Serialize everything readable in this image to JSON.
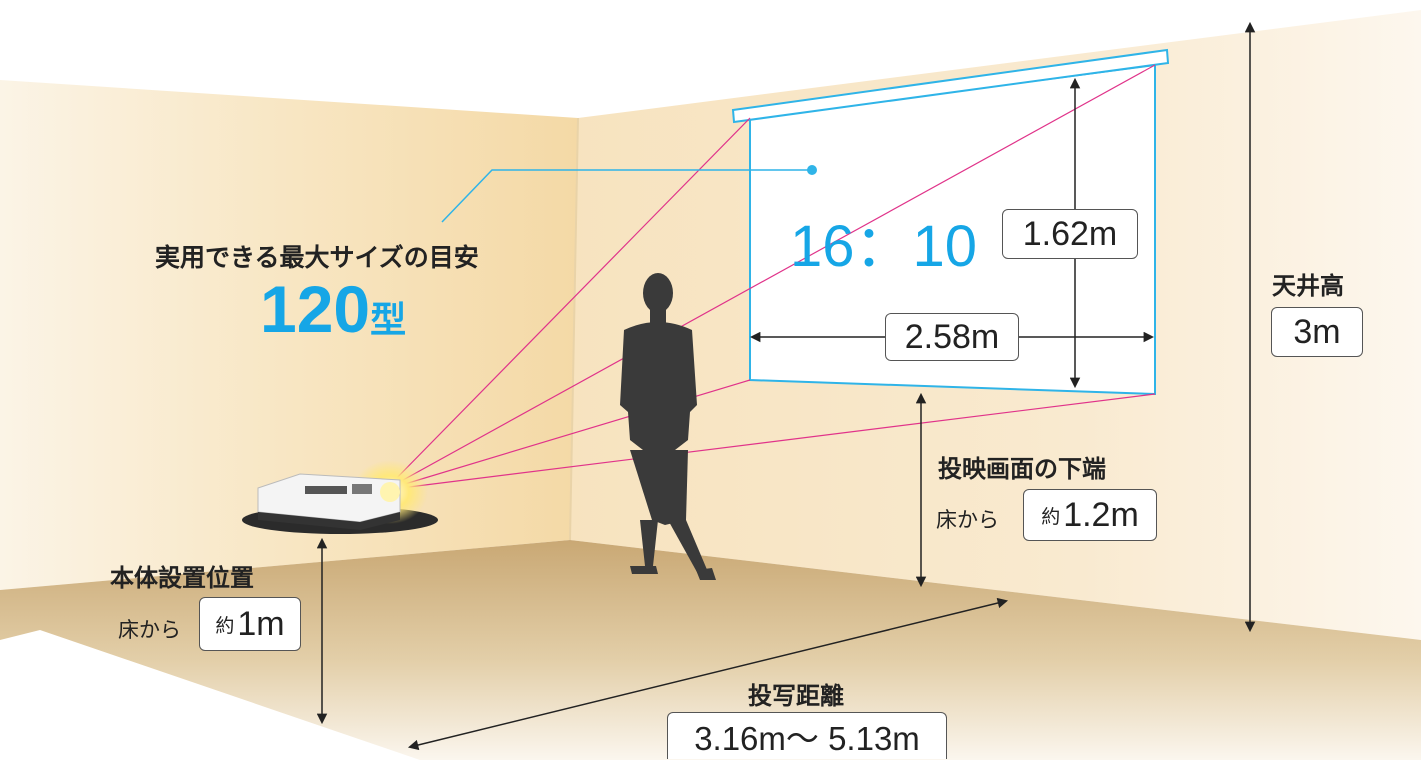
{
  "max_size": {
    "label": "実用できる最大サイズの目安",
    "value": "120",
    "unit": "型"
  },
  "screen": {
    "aspect_ratio": "16：10",
    "height": "1.62m",
    "width": "2.58m"
  },
  "ceiling": {
    "label": "天井高",
    "value": "3m"
  },
  "screen_bottom": {
    "label": "投映画面の下端",
    "prefix": "床から",
    "approx": "約",
    "value": "1.2m"
  },
  "unit_position": {
    "label": "本体設置位置",
    "prefix": "床から",
    "approx": "約",
    "value": "1m"
  },
  "throw_distance": {
    "label": "投写距離",
    "value": "3.16m〜 5.13m"
  },
  "colors": {
    "accent": "#16a6e6",
    "ray": "#e0338a",
    "screen_border": "#2fb4e8"
  }
}
